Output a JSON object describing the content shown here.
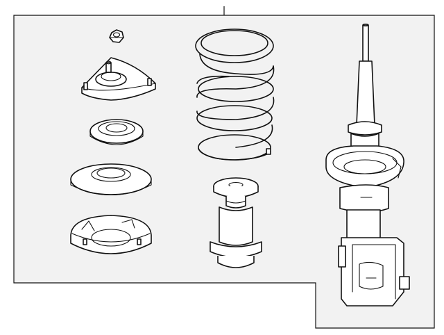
{
  "diagram": {
    "parts": [
      {
        "id": "upper-nut",
        "icon": "hex-nut-icon"
      },
      {
        "id": "strut-mount",
        "icon": "mount-plate-icon"
      },
      {
        "id": "bearing",
        "icon": "bearing-icon"
      },
      {
        "id": "upper-spring-seat",
        "icon": "spring-seat-icon"
      },
      {
        "id": "lower-insulator",
        "icon": "insulator-icon"
      },
      {
        "id": "coil-spring",
        "icon": "coil-spring-icon"
      },
      {
        "id": "bump-stop",
        "icon": "bump-stop-icon"
      },
      {
        "id": "strut-assembly",
        "icon": "strut-icon"
      }
    ],
    "colors": {
      "line": "#111111",
      "background": "#ffffff",
      "panel": "#f2f2f2"
    }
  }
}
